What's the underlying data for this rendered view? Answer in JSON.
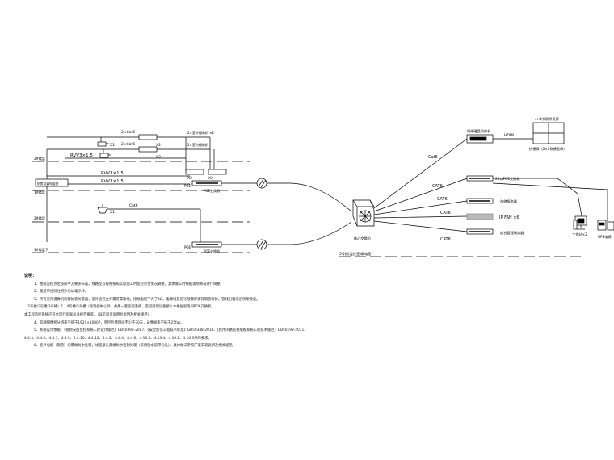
{
  "left": {
    "cable_rvv": "RVV3×1.5",
    "cable_rvv2": "RVV3×1.5",
    "cable_rvv3": "RVV3×1.5",
    "cat6_a": "2×Cat6",
    "cat6_b": "2×Cat6",
    "cat6_c": "Cat6",
    "x2_a": "X2",
    "x2_b": "X2",
    "x2_c": "X2",
    "x2_d": "X2",
    "x1_a": "X1",
    "x1_b": "X1",
    "floor1": "2#楼层",
    "floor2": "1#楼层",
    "floor3": "2#楼层",
    "floor4": "1#楼层下",
    "fire_box": "机房及弱电竖井",
    "dev_label1": "2×室外摄像机 ×2",
    "dev_label2": "2×室内摄像机",
    "switch1": "POE交换机",
    "switch2": "POE交换机",
    "poe_a": "POE",
    "poe_b": "POE"
  },
  "center": {
    "core_switch": "核心交换机",
    "building_label": "5号楼(监控室)弱电室"
  },
  "right": {
    "nvr": "网络硬盘录像机",
    "hdmi": "HDMI",
    "wall_title": "4×4大屏拼接屏",
    "wall_caption": "拼接屏（2×2拼接显示）",
    "cat6_top": "Cat6",
    "cat6_r1": "CAT6",
    "cat6_r2": "CAT6",
    "cat6_r3": "CAT6",
    "cat6_r4": "CAT6",
    "dev_24": "24口POE交换机",
    "dev_storage": "存储服务器",
    "ipfan": "IP FAN ×6",
    "dev_mgmt": "综合管理服务器",
    "workstation": "工作站×2",
    "ups": "UPS电源"
  },
  "notes": {
    "title": "说明：",
    "lines": [
      "1、图纸监控点位按照甲方要求布置，线路型号规格按照实际施工时监控点位情况调整，具体施工时根据现场情况进行调整。",
      "2、图纸单位除注明外均以毫米计。",
      "3、所有室外摄像机均需加装防雷器，室外监控立杆需可靠接地，接地电阻不大于4Ω。电源线及信号线需穿镀锌钢管保护，管线沿墙或沿桥架敷设。",
      "（2号楼/2号楼/3号楼）1、4号楼/5号楼（除监控中心外）共用一套监控系统，监控前端设备接入本楼层弱电间POE交换机。",
      "本工程监控系统应符合现行国家标准规范要求。（详见设计说明总说明及相关规范）",
      "4、前端摄像机分辨率不低于1920×1080P，监控存储时间不少于30天，录像帧率不低于25fps。",
      "5、系统设计依据：《视频安防监控系统工程设计规范》GB50395-2007、《安全防范工程技术标准》GB50348-2018、《民用闭路监视电视系统工程技术规范》GB50198-2011、",
      "4.4.3、4.4.5、4.4.7、4.4.9、4.4.10、4.4.12、4.4.2、4.4.4、4.4.6、4.13.3、4.13.4、4.16.2、4.16.3条的要求。",
      "6、室外电缆（钢管）均需做防水处理，线缆接头需做防水密封处理（采用防水胶带包扎），具体做法参照厂家安装说明及相关规范。"
    ]
  }
}
